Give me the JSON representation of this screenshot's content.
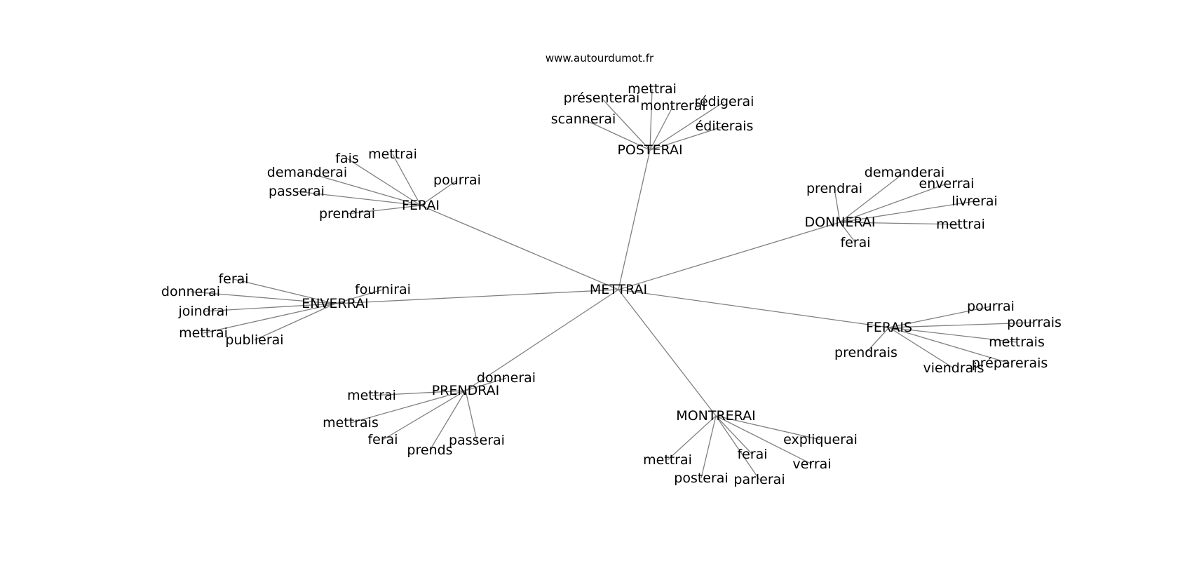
{
  "site": "www.autourdumot.fr",
  "colors": {
    "edge": "#808080",
    "text": "#000000",
    "background": "#ffffff"
  },
  "graph": {
    "center": "METTRAI",
    "hubs": [
      {
        "label": "POSTERAI",
        "leaves": [
          "scannerai",
          "présenterai",
          "mettrai",
          "montrerai",
          "rédigerai",
          "éditerais"
        ]
      },
      {
        "label": "FERAI",
        "leaves": [
          "fais",
          "mettrai",
          "demanderai",
          "passerai",
          "pourrai",
          "prendrai"
        ]
      },
      {
        "label": "DONNERAI",
        "leaves": [
          "prendrai",
          "demanderai",
          "enverrai",
          "livrerai",
          "mettrai",
          "ferai"
        ]
      },
      {
        "label": "ENVERRAI",
        "leaves": [
          "ferai",
          "donnerai",
          "joindrai",
          "mettrai",
          "publierai",
          "fournirai"
        ]
      },
      {
        "label": "FERAIS",
        "leaves": [
          "pourrai",
          "pourrais",
          "mettrais",
          "préparerais",
          "viendrais",
          "prendrais"
        ]
      },
      {
        "label": "PRENDRAI",
        "leaves": [
          "donnerai",
          "mettrai",
          "mettrais",
          "ferai",
          "prends",
          "passerai"
        ]
      },
      {
        "label": "MONTRERAI",
        "leaves": [
          "expliquerai",
          "mettrai",
          "posterai",
          "ferai",
          "parlerai",
          "verrai"
        ]
      }
    ]
  }
}
